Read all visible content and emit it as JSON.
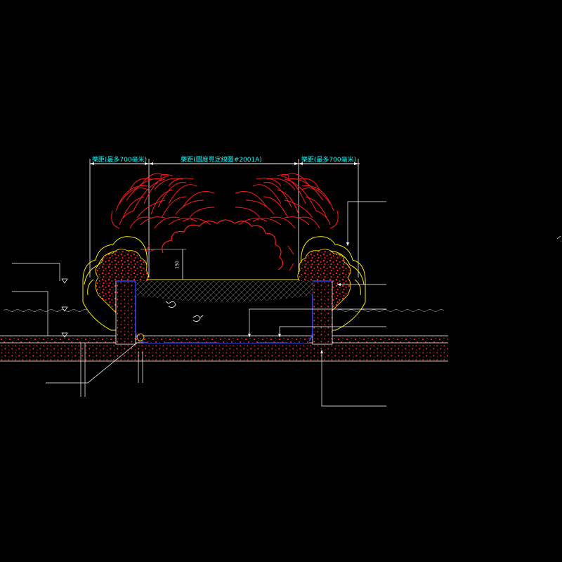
{
  "dimensions": {
    "left_label": "樂距(最多700毫米)",
    "center_label": "樂距(圖度見定線圖#2001A)",
    "right_label": "樂距(最多700毫米)",
    "height_label": "150"
  },
  "colors": {
    "background": "#000000",
    "dimension_text": "#00ffff",
    "planting": "#ff0000",
    "outline": "#ffff00",
    "leader": "#ffffff",
    "liner": "#3344ff"
  }
}
